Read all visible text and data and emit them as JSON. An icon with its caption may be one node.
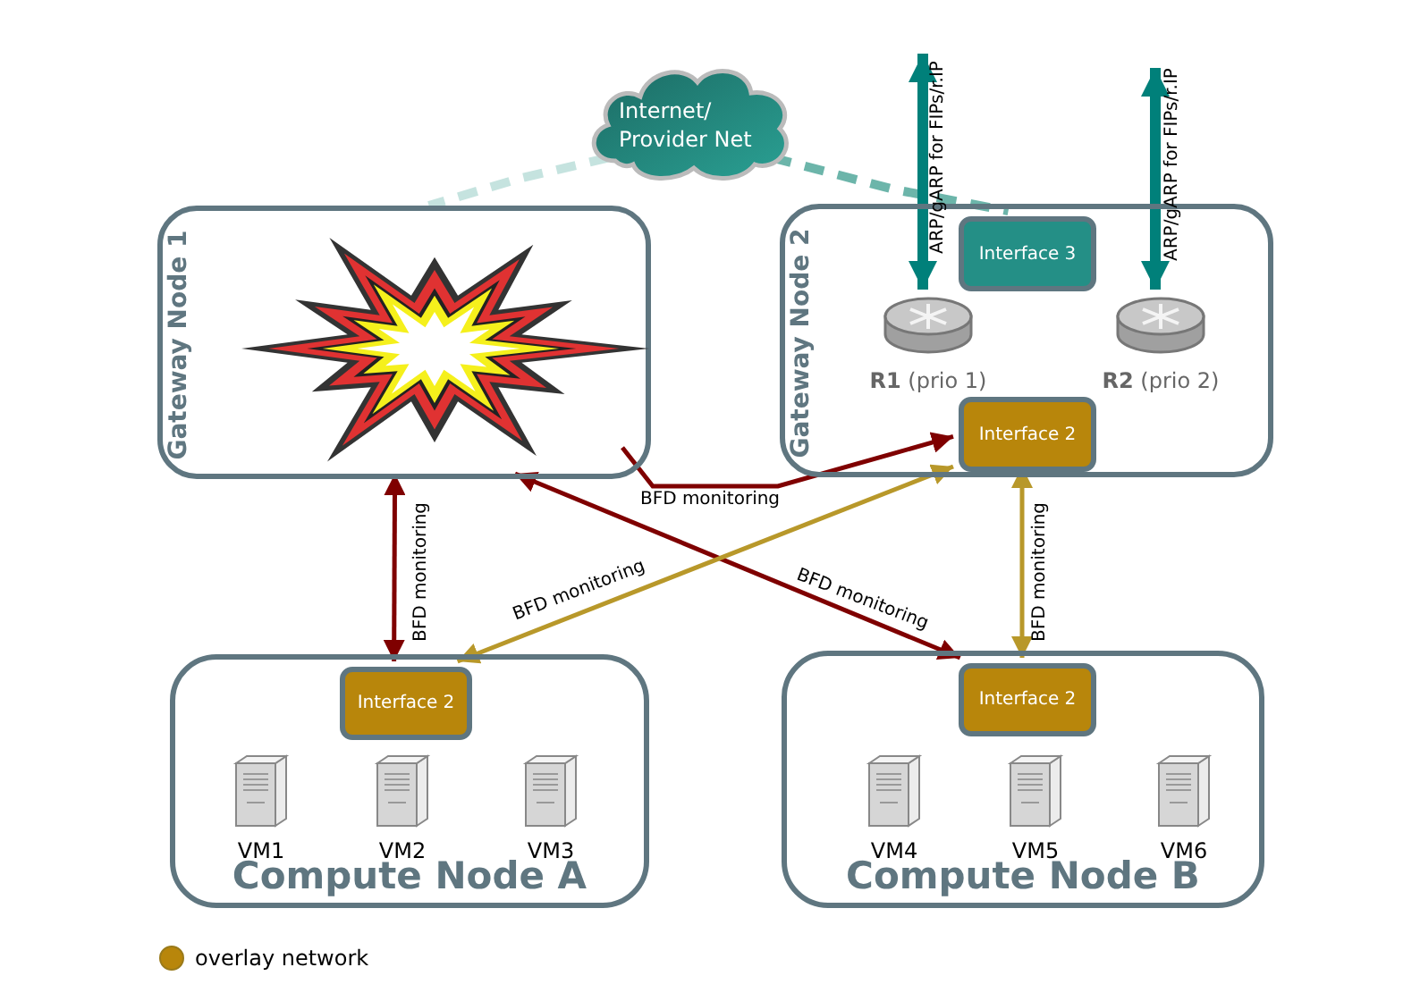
{
  "diagram": {
    "nodes": [
      {
        "text": [
          "Internet/ Provider Net"
        ]
      },
      {
        "text": [
          "Gateway Node 1"
        ]
      },
      {
        "text": [],
        "shape": "explosion",
        "in": 1
      },
      {
        "text": [
          "Gateway Node 2"
        ]
      },
      {
        "text": [
          "Interface 3"
        ],
        "in": 3
      },
      {
        "text": [
          "**R1** (prio 1)"
        ],
        "in": 3
      },
      {
        "text": [
          "**R2** (prio 2)"
        ],
        "in": 3
      },
      {
        "text": [
          "Interface 2"
        ],
        "in": 3
      },
      {
        "text": [
          "Compute Node A"
        ]
      },
      {
        "text": [
          "Interface 2"
        ],
        "in": 8
      },
      {
        "text": [
          "VM1"
        ],
        "in": 8
      },
      {
        "text": [
          "VM2"
        ],
        "in": 8
      },
      {
        "text": [
          "VM3"
        ],
        "in": 8
      },
      {
        "text": [
          "Compute Node B"
        ]
      },
      {
        "text": [
          "Interface 2"
        ],
        "in": 13
      },
      {
        "text": [
          "VM4"
        ],
        "in": 13
      },
      {
        "text": [
          "VM5"
        ],
        "in": 13
      },
      {
        "text": [
          "VM6"
        ],
        "in": 13
      }
    ],
    "edges": [
      {
        "from": 0,
        "to": 1,
        "arrow": "none",
        "style": "dashed",
        "color": "#c5e3df"
      },
      {
        "from": 0,
        "to": 4,
        "arrow": "none",
        "style": "dashed",
        "color": "#6cb5aa"
      },
      {
        "from": null,
        "to": 5,
        "arrow": "both",
        "label": "ARP/gARP for FIPs/r.IP",
        "style": "thick",
        "color": "#00807a"
      },
      {
        "from": null,
        "to": 6,
        "arrow": "both",
        "label": "ARP/gARP for FIPs/r.IP",
        "style": "thick",
        "color": "#00807a"
      },
      {
        "from": 2,
        "to": 7,
        "arrow": "to",
        "label": "BFD monitoring"
      },
      {
        "from": 2,
        "to": 9,
        "arrow": "both",
        "label": "BFD monitoring"
      },
      {
        "from": 2,
        "to": 14,
        "arrow": "both",
        "label": "BFD monitoring"
      },
      {
        "from": 7,
        "to": 9,
        "arrow": "both",
        "label": "BFD monitoring",
        "color": "#b8982a"
      },
      {
        "from": 7,
        "to": 14,
        "arrow": "both",
        "label": "BFD monitoring",
        "color": "#b8982a"
      }
    ],
    "legend": [
      {
        "text": "overlay network",
        "color": "#b8860b"
      }
    ]
  }
}
